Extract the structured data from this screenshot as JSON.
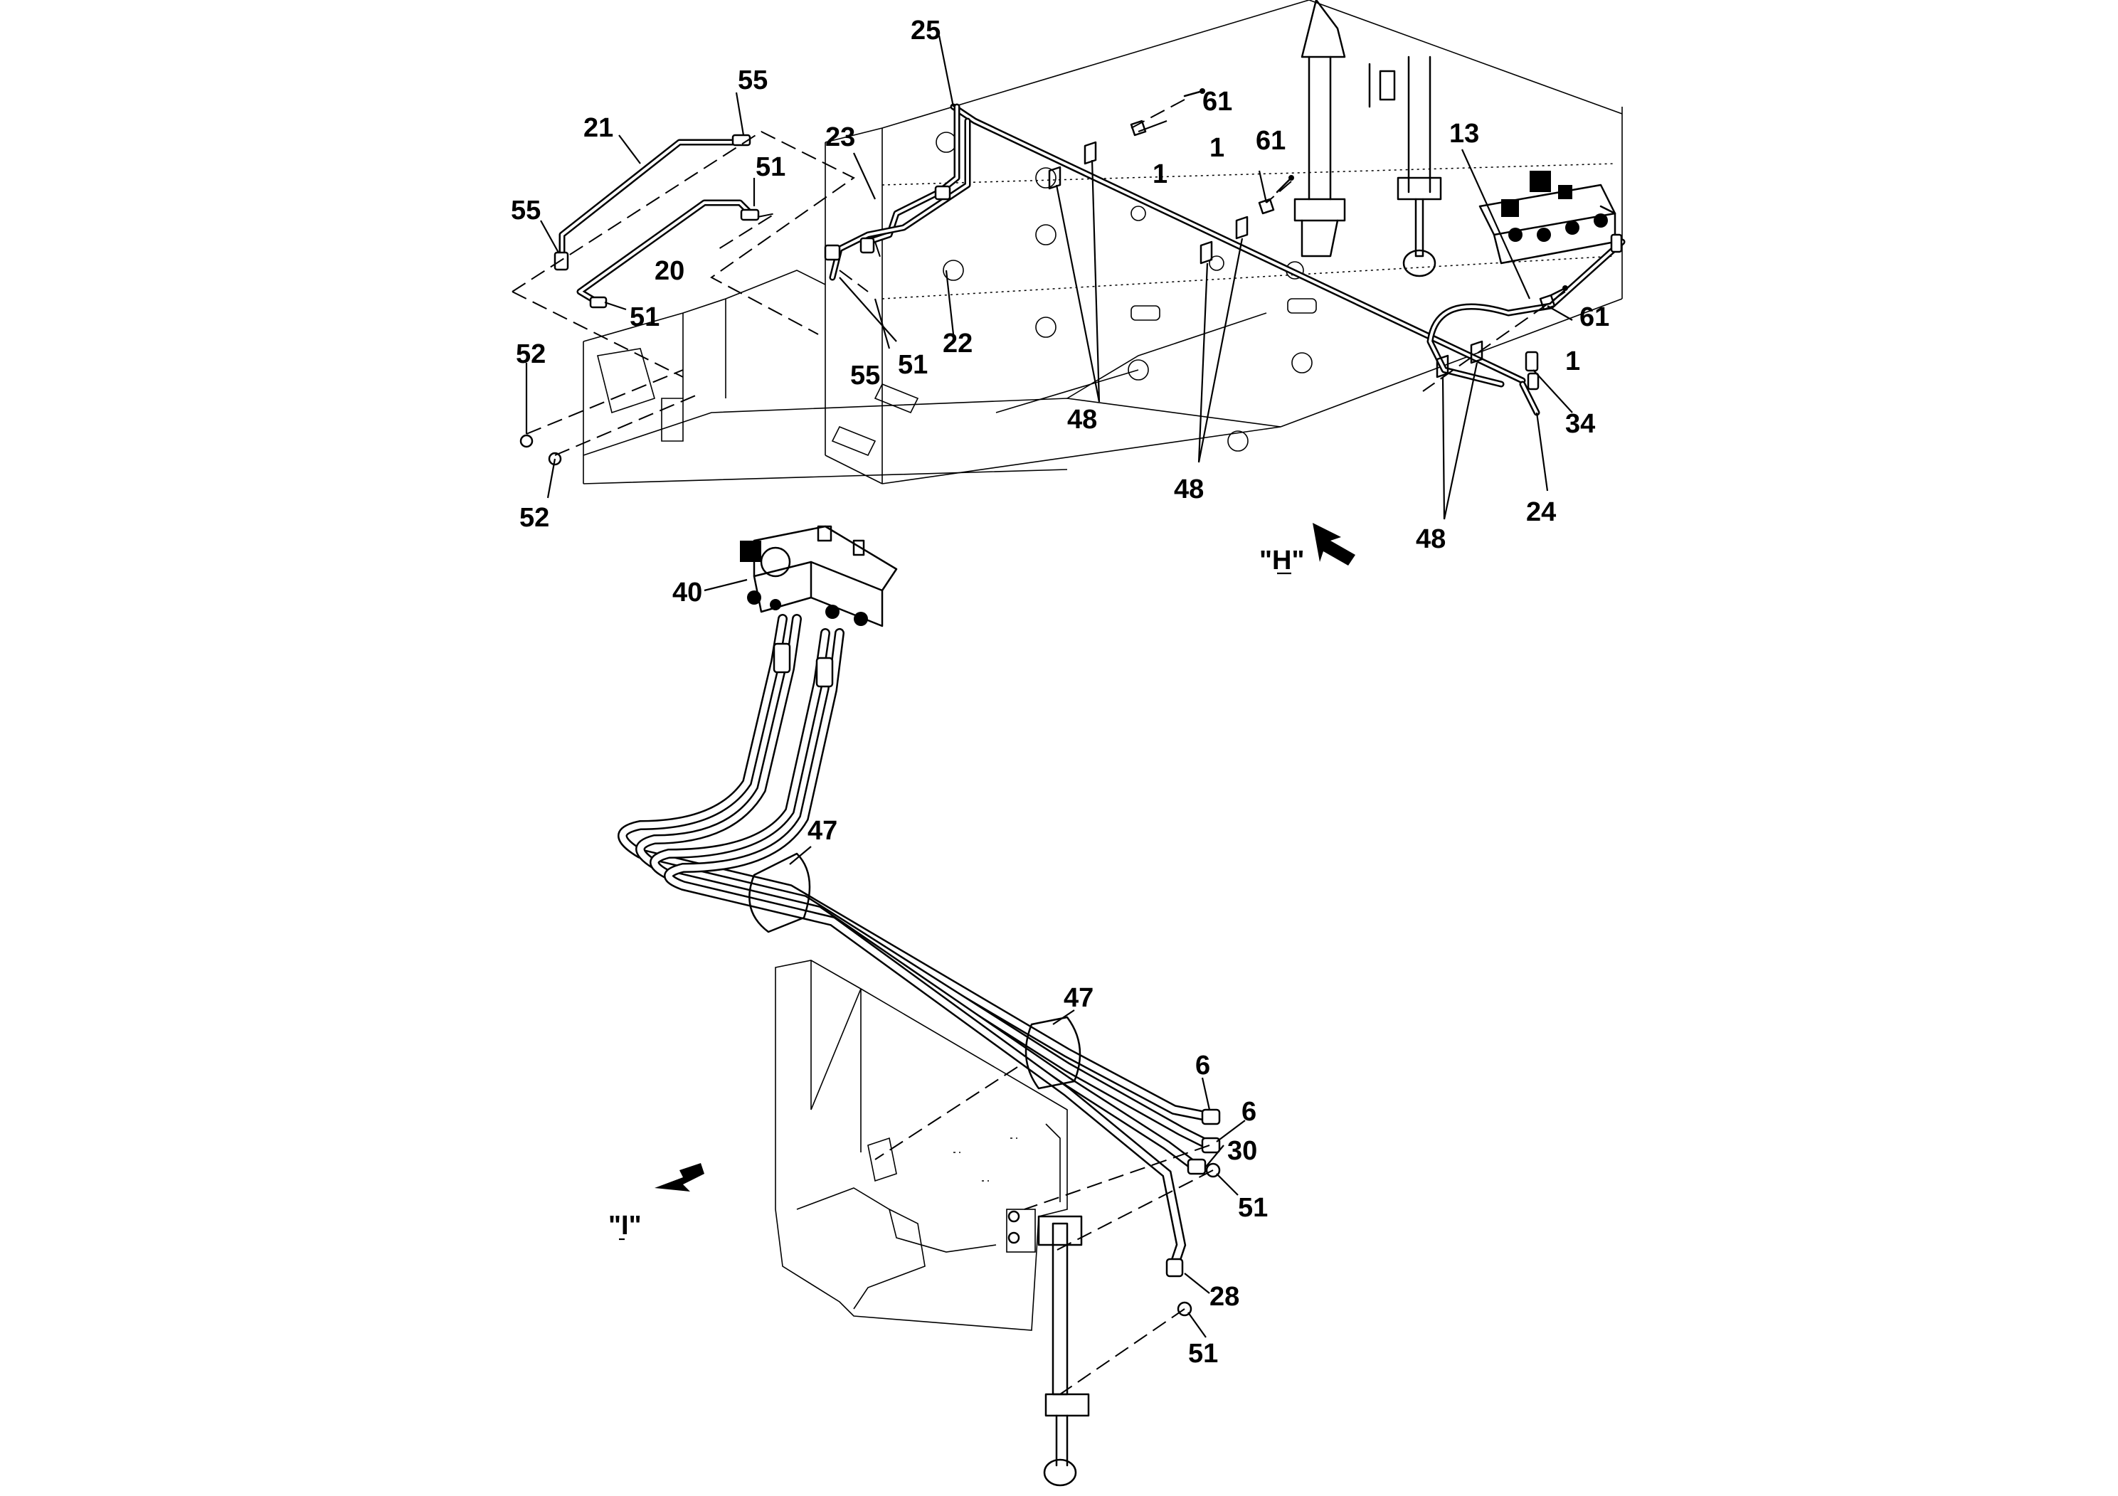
{
  "callouts": {
    "c25": "25",
    "c61a": "61",
    "c61b": "61",
    "c61c": "61",
    "c55a": "55",
    "c55b": "55",
    "c55c": "55",
    "c21": "21",
    "c23": "23",
    "c51a": "51",
    "c51b": "51",
    "c51c": "51",
    "c51d": "51",
    "c51e": "51",
    "c1a": "1",
    "c1b": "1",
    "c1c": "1",
    "c13": "13",
    "c20": "20",
    "c22": "22",
    "c52a": "52",
    "c52b": "52",
    "c48a": "48",
    "c48b": "48",
    "c48c": "48",
    "c34": "34",
    "c24": "24",
    "c40": "40",
    "c47a": "47",
    "c47b": "47",
    "c6a": "6",
    "c6b": "6",
    "c30": "30",
    "c28": "28"
  },
  "views": {
    "view_h": "\"H\"",
    "view_i": "\"I\""
  }
}
